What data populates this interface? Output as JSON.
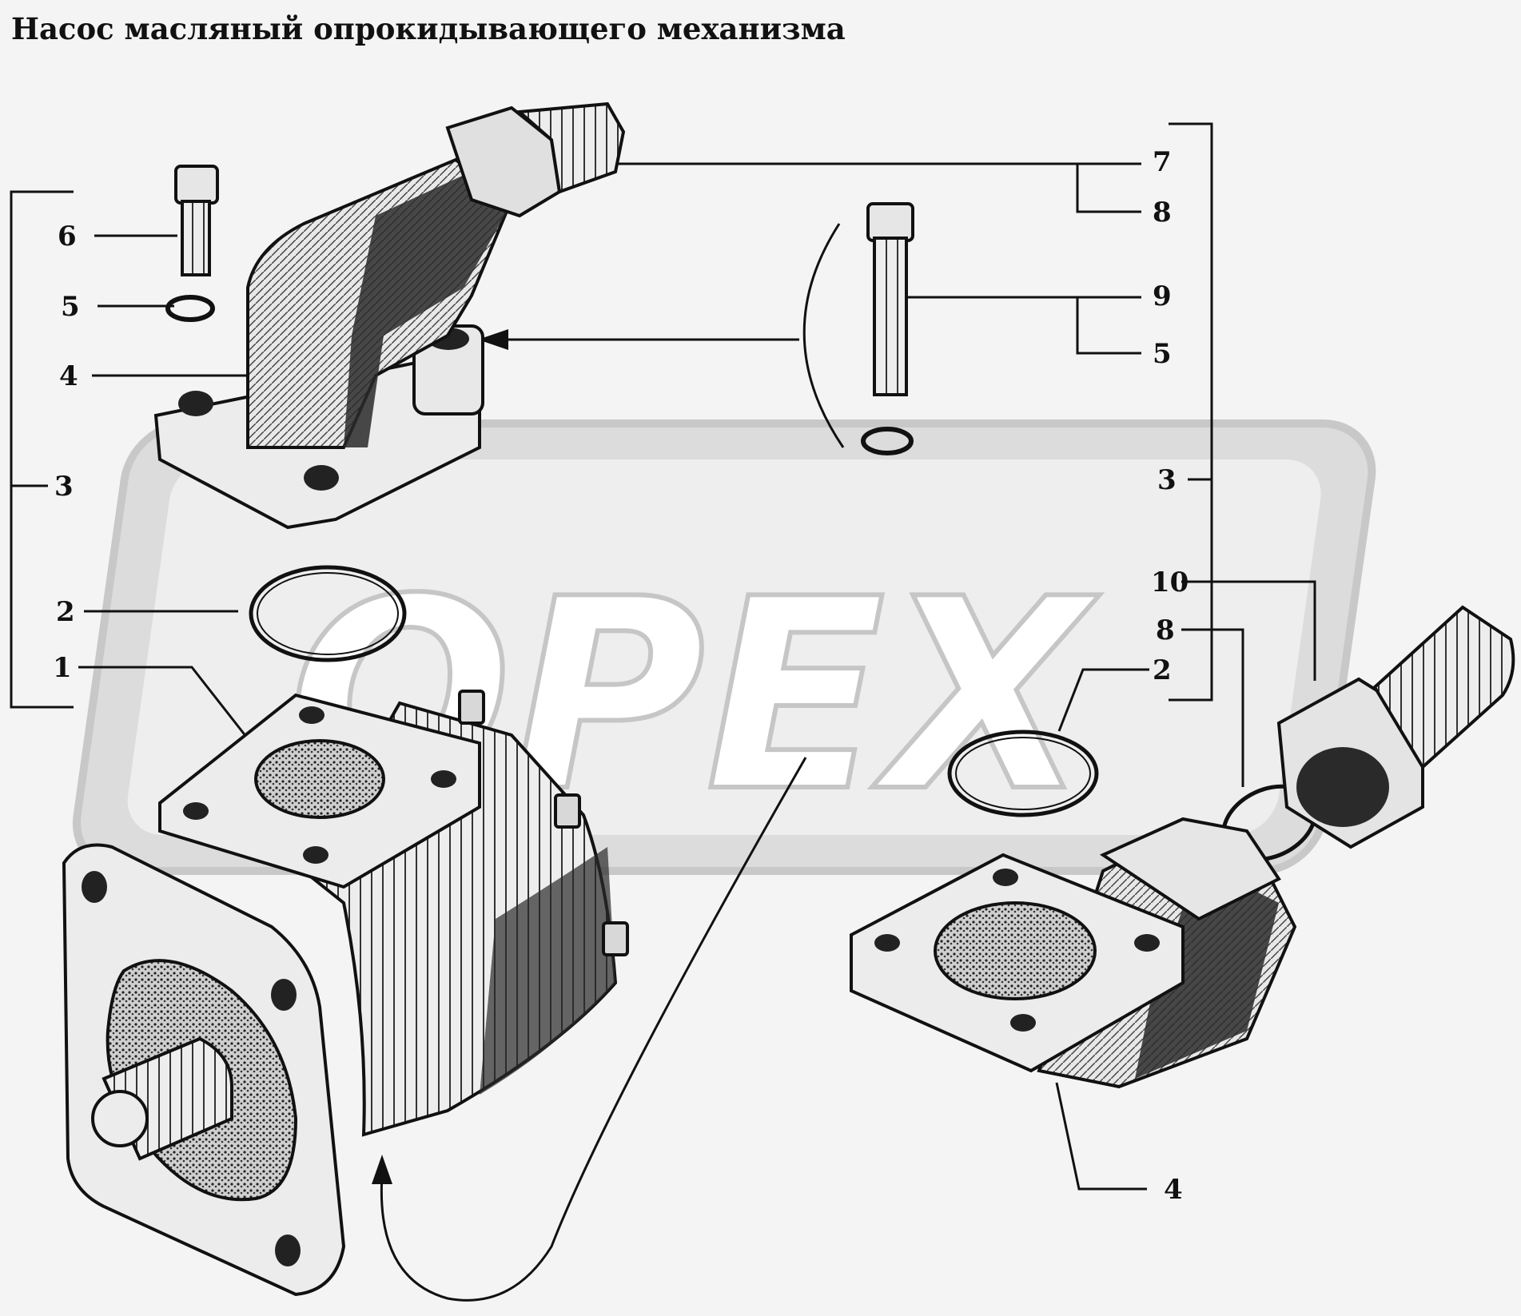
{
  "title": "Насос масляный опрокидывающего механизма",
  "watermark": {
    "text": "OPEX",
    "color": "#c8c8c8"
  },
  "callouts": {
    "c1": "1",
    "c2_left": "2",
    "c2_right": "2",
    "c3_left": "3",
    "c3_right": "3",
    "c4_top": "4",
    "c4_bottom": "4",
    "c5_left": "5",
    "c5_right": "5",
    "c6": "6",
    "c7": "7",
    "c8_top": "8",
    "c8_right": "8",
    "c9": "9",
    "c10": "10"
  },
  "colors": {
    "ink": "#111111",
    "background": "#f4f4f4",
    "part_fill": "#e6e6e6",
    "shadow": "#2a2a2a"
  }
}
